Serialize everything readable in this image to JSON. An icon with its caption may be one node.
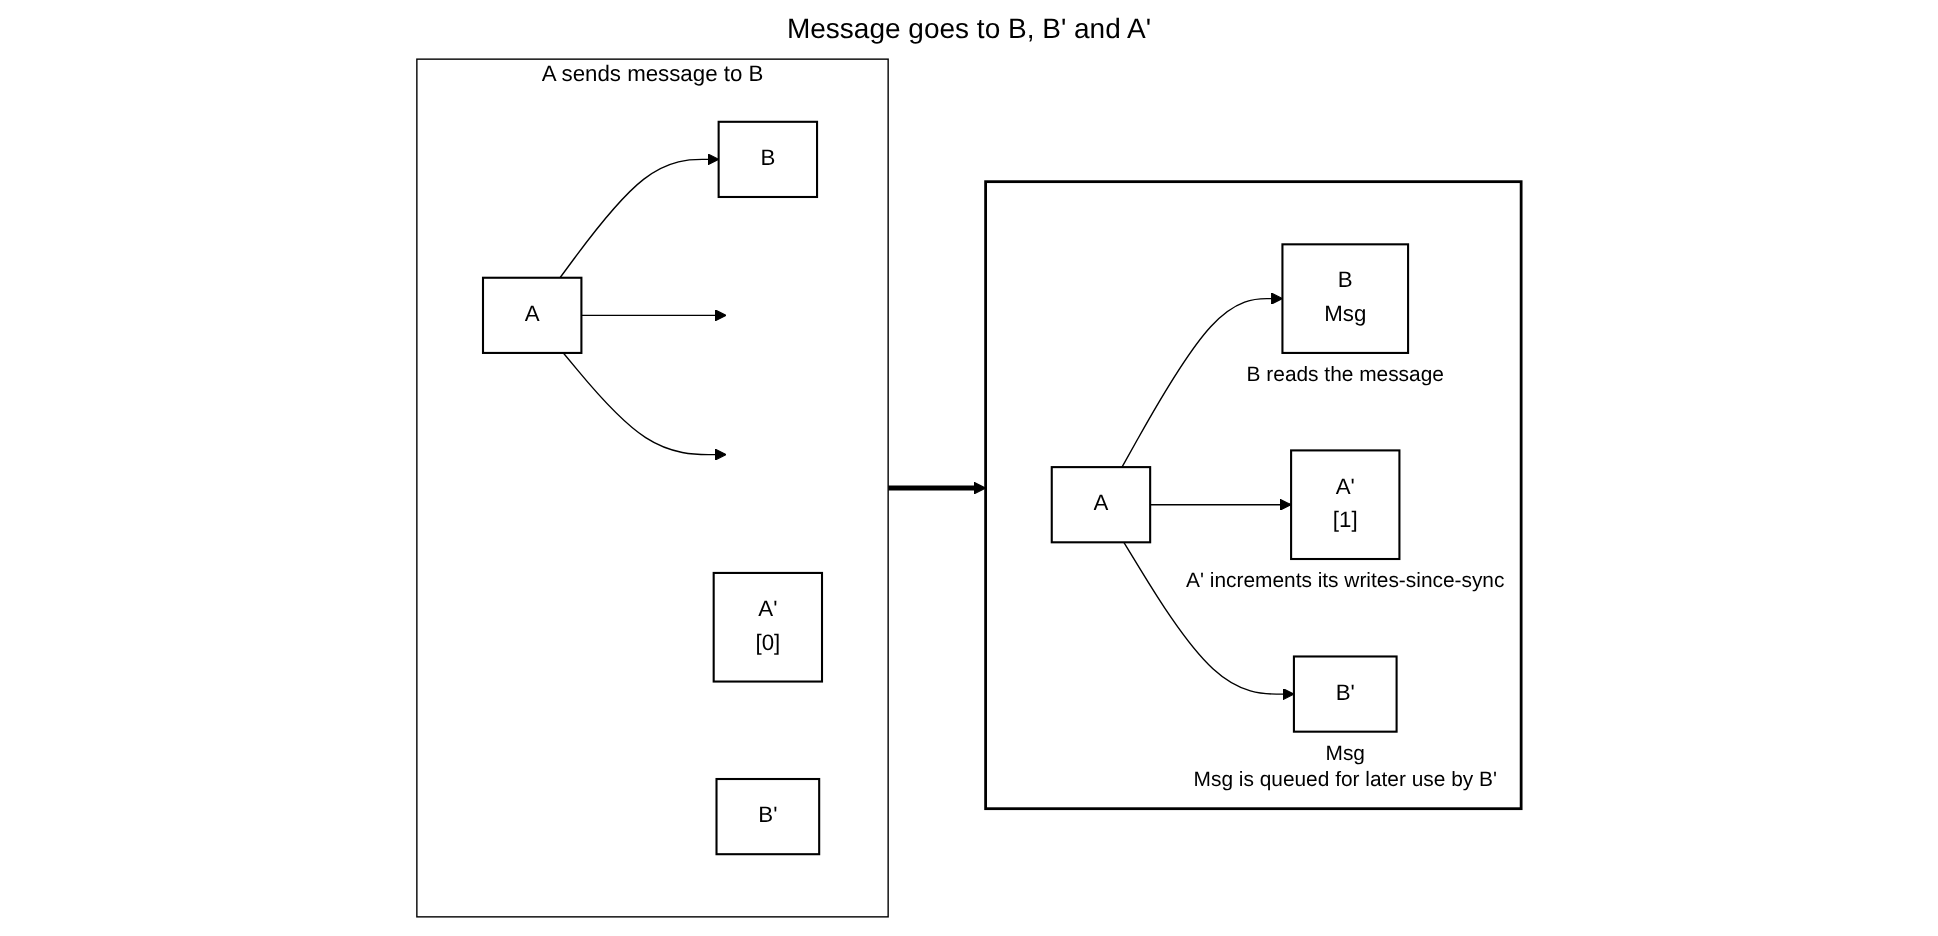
{
  "diagram": {
    "nodes": [
      {
        "text": [
          "A sends message to B"
        ]
      },
      {
        "text": [
          "A"
        ],
        "in": 0
      },
      {
        "text": [
          "B"
        ],
        "in": 0
      },
      {
        "text": [
          "A'",
          "[0]"
        ],
        "in": 0
      },
      {
        "text": [
          "B'"
        ],
        "in": 0
      },
      {
        "text": [],
        "shape": "box"
      },
      {
        "text": [
          "A"
        ],
        "in": 5
      },
      {
        "text": [
          "B",
          "Msg"
        ],
        "in": 5,
        "beside": [
          "B reads the message"
        ]
      },
      {
        "text": [
          "A'",
          "[1]"
        ],
        "in": 5,
        "beside": [
          "A' increments its writes-since-sync"
        ]
      },
      {
        "text": [
          "B'"
        ],
        "in": 5,
        "beside": [
          "Msg",
          "Msg is queued for later use by B'"
        ]
      }
    ],
    "edges": [
      {
        "from": 0,
        "to": 5,
        "arrow": "to",
        "style": "thick"
      },
      {
        "from": 1,
        "to": 2,
        "arrow": "to"
      },
      {
        "from": 1,
        "to": null,
        "arrow": "to"
      },
      {
        "from": 1,
        "to": null,
        "arrow": "to"
      },
      {
        "from": 6,
        "to": 7,
        "arrow": "to"
      },
      {
        "from": 6,
        "to": 8,
        "arrow": "to"
      },
      {
        "from": 6,
        "to": 9,
        "arrow": "to"
      }
    ],
    "labels": [
      "Message goes to B, B' and A'"
    ]
  }
}
